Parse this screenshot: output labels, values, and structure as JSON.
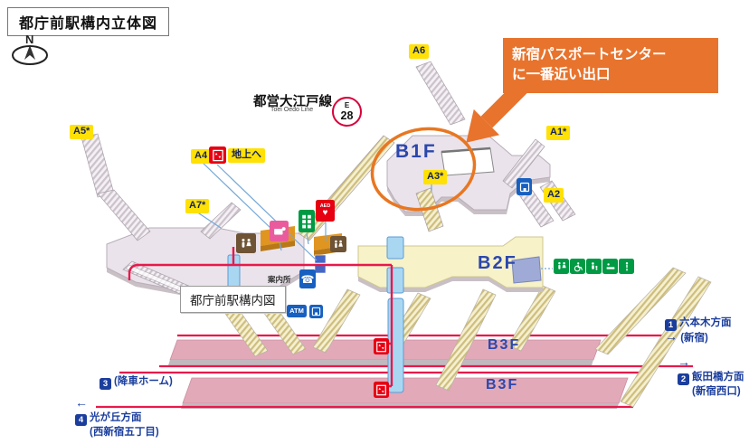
{
  "title": "都庁前駅構内立体図",
  "compass": {
    "label": "N"
  },
  "line_badge": {
    "name_jp": "都営大江戸線",
    "name_en": "Toei Oedo Line",
    "code_letter": "E",
    "code_number": "28"
  },
  "callout": {
    "line1": "新宿パスポートセンター",
    "line2": "に一番近い出口"
  },
  "exits": [
    {
      "label": "A5*"
    },
    {
      "label": "A4"
    },
    {
      "label": "A7*"
    },
    {
      "label": "A6"
    },
    {
      "label": "A1*"
    },
    {
      "label": "A2"
    },
    {
      "label": "A3*"
    }
  ],
  "floors": {
    "b1f": "B1F",
    "b2f": "B2F",
    "b3f_upper": "B3F",
    "b3f_lower": "B3F"
  },
  "facilities": {
    "to_ground": "地上へ",
    "info_office": "案内所",
    "atm": "ATM",
    "aed": "AED",
    "station_map_caption": "都庁前駅構内図"
  },
  "directions": [
    {
      "number": "1",
      "dest": "六本木方面",
      "sub": "(新宿)",
      "arrow": "→"
    },
    {
      "number": "2",
      "dest": "飯田橋方面",
      "sub": "(新宿西口)",
      "arrow": "→"
    },
    {
      "number": "3",
      "dest": "(降車ホーム)",
      "sub": "",
      "arrow": ""
    },
    {
      "number": "4",
      "dest": "光が丘方面",
      "sub": "(西新宿五丁目)",
      "arrow": "←"
    }
  ],
  "icon_names": [
    "compass-icon",
    "elevator-icon",
    "ticket-machines-icon",
    "commuter-pass-icon",
    "restroom-icon",
    "aed-icon",
    "phone-icon",
    "atm-icon",
    "coin-locker-icon",
    "accessible-toilet-icon",
    "wheelchair-icon",
    "baby-care-icon",
    "baby-changing-icon",
    "ostomate-icon"
  ],
  "colors": {
    "accent_orange": "#E8732C",
    "exit_yellow": "#FFE105",
    "track_red": "#E8194B",
    "floor_blue": "#2B47AD",
    "direction_blue": "#1B3E9E",
    "oedo_magenta": "#D7003A",
    "icon_green": "#009A44",
    "icon_red": "#E60012",
    "icon_blue": "#1760C0",
    "icon_pink": "#EA5B9E",
    "icon_brown": "#6E5335",
    "platform_pink": "#E2A9B9",
    "b2f_yellow": "#F7F2C8",
    "b1f_lavender": "#EAE3EB",
    "elevator_shaft_blue": "#A9D7F2"
  }
}
